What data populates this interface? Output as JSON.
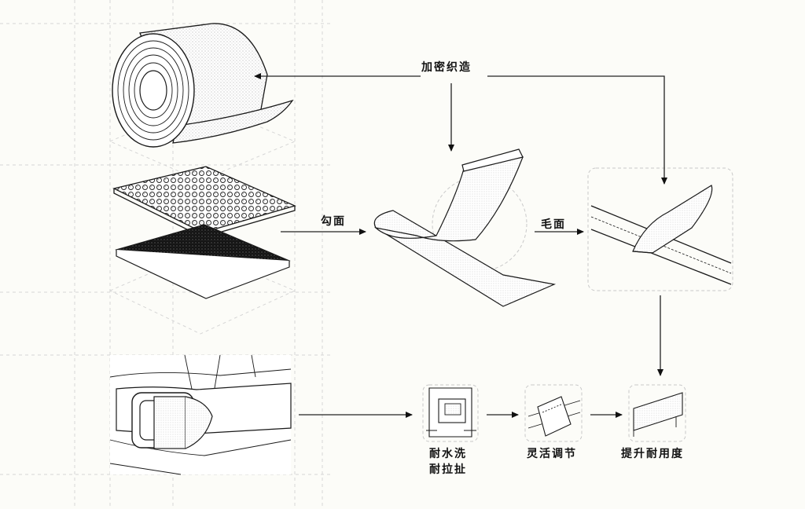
{
  "labels": {
    "dense_weave": "加密织造",
    "hook_side": "勾面",
    "loop_side": "毛面",
    "wash_resist_line1": "耐水洗",
    "wash_resist_line2": "耐拉扯",
    "flexible_adjust": "灵活调节",
    "durability": "提升耐用度"
  },
  "icons": [
    "tape-roll-illustration",
    "hook-pad-illustration",
    "loop-pad-illustration",
    "folded-strap-illustration",
    "sewn-strap-illustration",
    "buckle-belt-illustration",
    "pocket-icon",
    "adjust-strap-icon",
    "durable-strip-icon"
  ],
  "colors": {
    "line": "#1a1a1a",
    "background": "#fcfcf8",
    "guide": "#d6d6d6"
  }
}
